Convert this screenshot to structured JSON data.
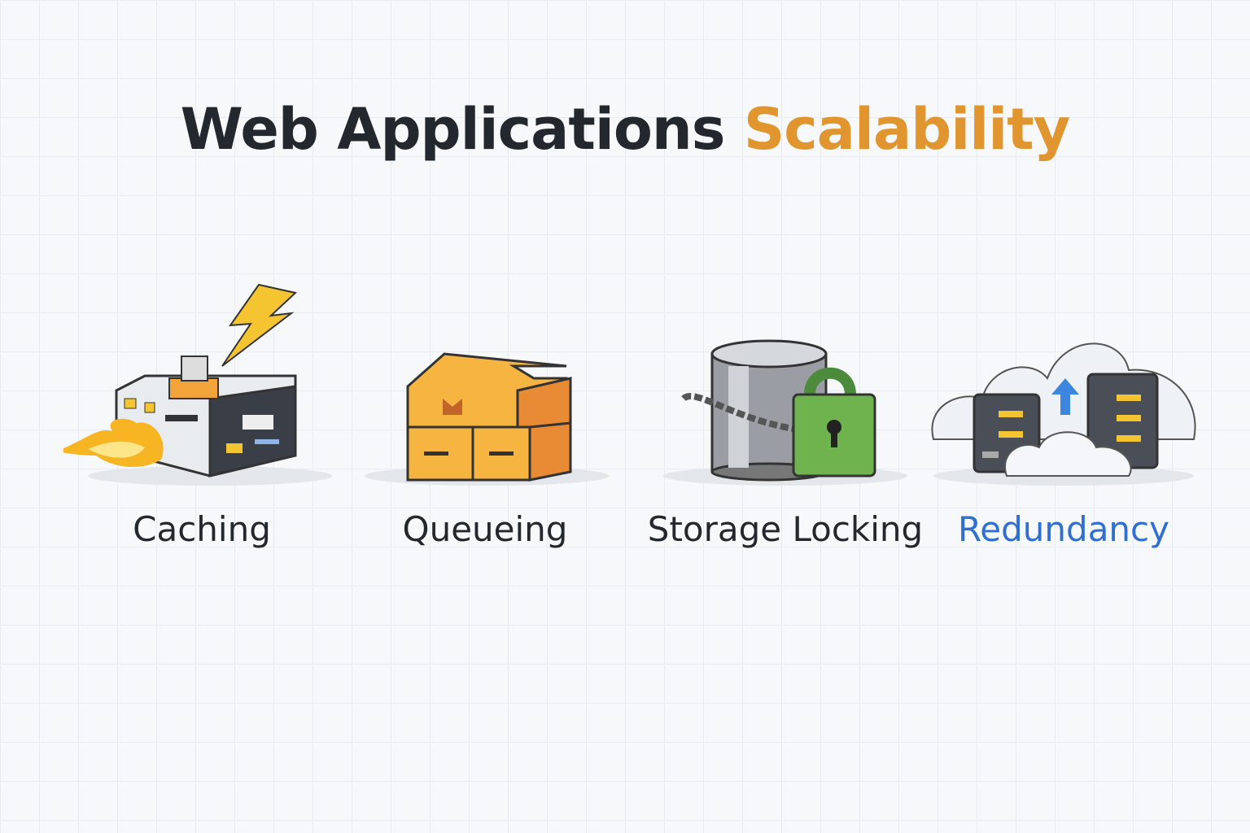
{
  "title": {
    "part1": "Web Applications",
    "part2": "Scalability"
  },
  "colors": {
    "text": "#23272e",
    "accent": "#e0952e",
    "highlight": "#2f6fd0"
  },
  "items": [
    {
      "label": "Caching",
      "icon": "server-lightning-icon"
    },
    {
      "label": "Queueing",
      "icon": "stacked-boxes-icon"
    },
    {
      "label": "Storage Locking",
      "icon": "database-padlock-icon"
    },
    {
      "label": "Redundancy",
      "icon": "cloud-servers-icon"
    }
  ]
}
